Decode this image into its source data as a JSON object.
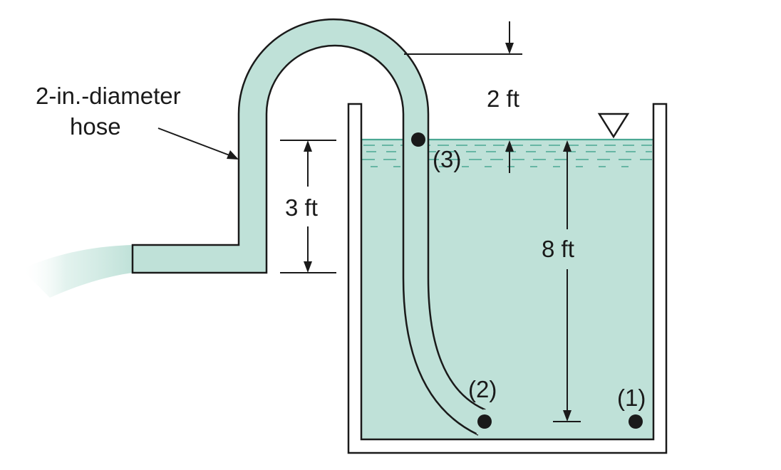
{
  "hose_label": {
    "line1": "2-in.-diameter",
    "line2": "hose"
  },
  "dimensions": {
    "two_ft": "2 ft",
    "three_ft": "3 ft",
    "eight_ft": "8 ft"
  },
  "points": {
    "p1": "(1)",
    "p2": "(2)",
    "p3": "(3)"
  },
  "colors": {
    "water": "#bfe1d8",
    "hose_fill": "#bfe1d8",
    "dash": "#4aa893",
    "line": "#1a1a1a"
  }
}
